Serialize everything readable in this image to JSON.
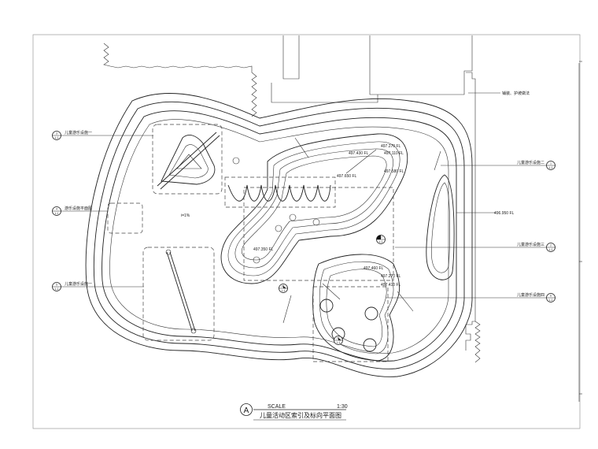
{
  "drawing": {
    "title": "儿童活动区索引及标向平面图",
    "scale_label": "SCALE",
    "scale_value": "1:30",
    "section_mark": "A"
  },
  "edge_note": "铺装、护坡做法",
  "elevations": {
    "e1": "497.270 FL",
    "e2": "497.430 FL",
    "e3": "497.110 FL",
    "e4": "497.580 FL",
    "e5": "497.650 FL",
    "e6": "497.350 FL",
    "e7": "497.460 FL",
    "e8": "497.270 FL",
    "e9": "497.410 FL",
    "e10": "496.950 FL"
  },
  "slope": "i=1%",
  "callouts_left": [
    {
      "num": "3",
      "ref": "L-1",
      "label": "儿童游乐设施一"
    },
    {
      "num": "4",
      "ref": "L-1",
      "label": "游乐设施平面图"
    },
    {
      "num": "5",
      "ref": "L-1",
      "label": "儿童游乐设施一"
    }
  ],
  "callouts_right": [
    {
      "num": "1",
      "ref": "L-1",
      "label": "儿童游乐设施二"
    },
    {
      "num": "2",
      "ref": "L-1",
      "label": "儿童游乐设施三"
    },
    {
      "num": "6",
      "ref": "L-1",
      "label": "儿童游乐设施四"
    }
  ],
  "inner_marks": [
    {
      "num": "7",
      "ref": "L-1"
    },
    {
      "num": "8",
      "ref": "L-1"
    },
    {
      "num": "9",
      "ref": "L-1"
    }
  ]
}
